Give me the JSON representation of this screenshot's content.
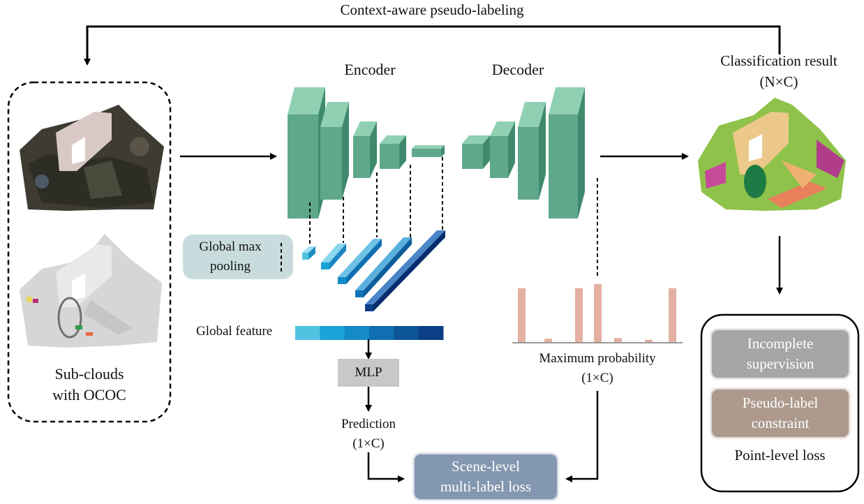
{
  "top_label": "Context-aware pseudo-labeling",
  "left_panel": {
    "caption_line1": "Sub-clouds",
    "caption_line2": "with OCOC"
  },
  "encoder_label": "Encoder",
  "decoder_label": "Decoder",
  "classification": {
    "line1": "Classification result",
    "line2": "(N×C)"
  },
  "global_max_pooling": {
    "line1": "Global max",
    "line2": "pooling"
  },
  "global_feature_label": "Global feature",
  "global_feature_colors": [
    "#4fc3e1",
    "#1aa3d6",
    "#148bc6",
    "#0f6fb0",
    "#0d5597",
    "#0a3f85"
  ],
  "mlp_label": "MLP",
  "prediction": {
    "line1": "Prediction",
    "line2": "(1×C)"
  },
  "max_probability": {
    "line1": "Maximum probability",
    "line2": "(1×C)"
  },
  "max_probability_bars": [
    0.93,
    0.07,
    0.93,
    1.0,
    0.08,
    0.05,
    0.93
  ],
  "scene_loss": {
    "line1": "Scene-level",
    "line2": "multi-label loss"
  },
  "point_loss": {
    "incomplete": {
      "line1": "Incomplete",
      "line2": "supervision"
    },
    "pseudo": {
      "line1": "Pseudo-label",
      "line2": "constraint"
    },
    "caption": "Point-level loss"
  },
  "colors": {
    "block_front": "#5fa88b",
    "block_side": "#3f8a6e",
    "block_top": "#8fd0b3",
    "bar": "#e4b0a2",
    "pool_box": "#c9dcdd",
    "mlp_box": "#c8c8c8",
    "incomplete_box": "#a6a6a6",
    "pseudo_box": "#ad9a8d",
    "scene_box": "#8497b0"
  }
}
